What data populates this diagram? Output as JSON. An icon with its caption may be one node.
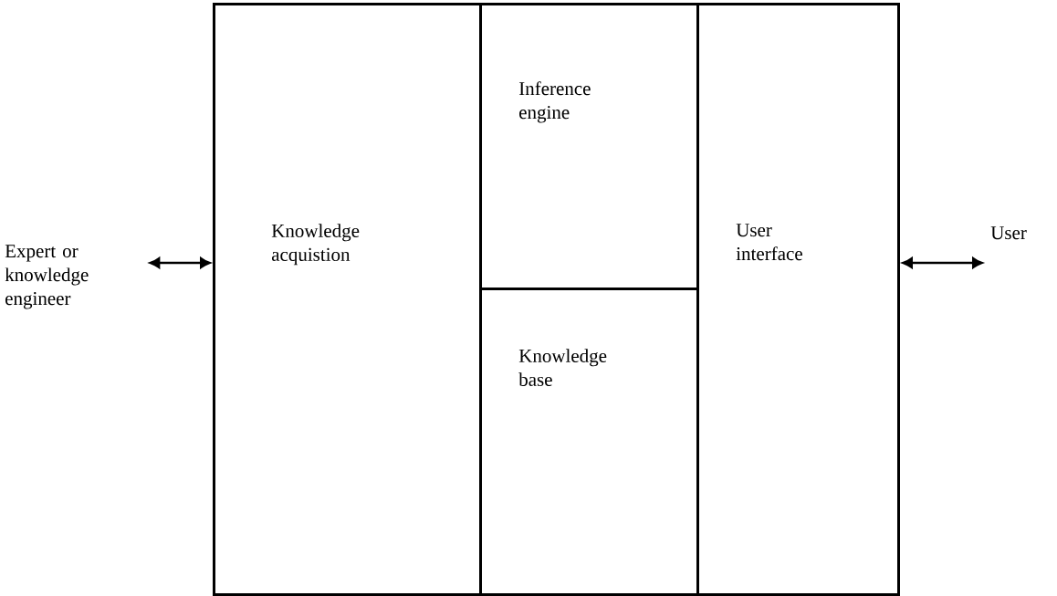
{
  "diagram": {
    "nodes": [
      {
        "text": [
          "Expert or knowledge engineer"
        ]
      },
      {
        "text": [
          "Knowledge acquistion"
        ]
      },
      {
        "text": [
          "Inference engine"
        ]
      },
      {
        "text": [
          "Knowledge base"
        ]
      },
      {
        "text": [
          "User interface"
        ]
      },
      {
        "text": [
          "User"
        ]
      }
    ],
    "edges": [
      {
        "from": 0,
        "to": 1,
        "arrow": "both"
      },
      {
        "from": 4,
        "to": 5,
        "arrow": "both"
      }
    ]
  }
}
